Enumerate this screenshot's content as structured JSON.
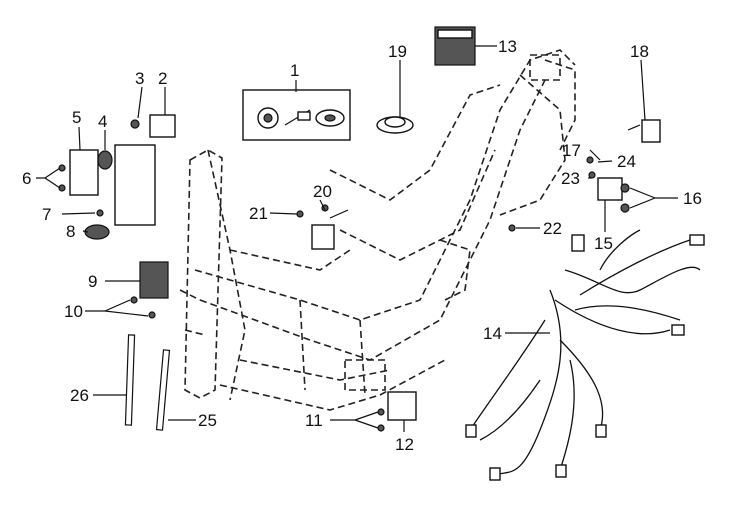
{
  "diagram": {
    "callouts": [
      "1",
      "2",
      "3",
      "4",
      "5",
      "6",
      "7",
      "8",
      "9",
      "10",
      "11",
      "12",
      "13",
      "14",
      "15",
      "16",
      "17",
      "18",
      "19",
      "20",
      "21",
      "22",
      "23",
      "24",
      "25",
      "26"
    ]
  }
}
